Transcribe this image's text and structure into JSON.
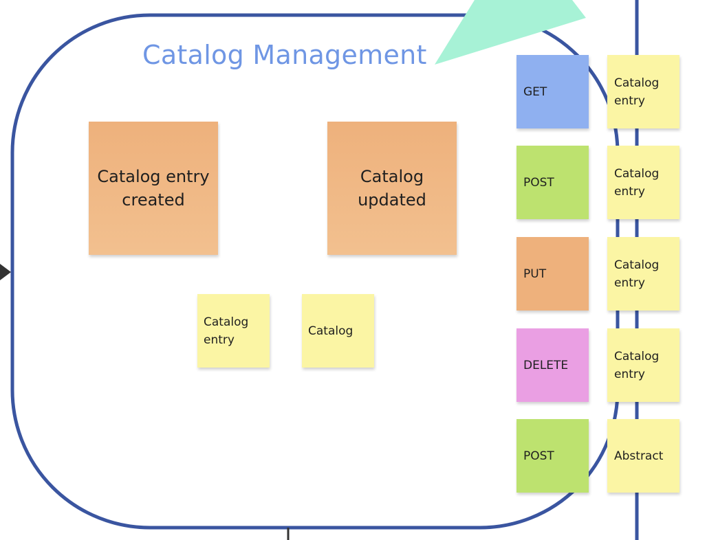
{
  "board": {
    "title": "Catalog Management",
    "colors": {
      "frame": "#3a55a0",
      "title": "#6f96e4",
      "pointer": "#a7f2d6",
      "orange_note": "#eeb17c",
      "yellow_note": "#fbf5a4",
      "get_note": "#8fb0f0",
      "post_note": "#bde26f",
      "delete_note": "#ea9fe3"
    },
    "events": [
      {
        "label": "Catalog entry created"
      },
      {
        "label": "Catalog updated"
      }
    ],
    "aggregates": [
      {
        "label": "Catalog entry"
      },
      {
        "label": "Catalog"
      }
    ],
    "api": [
      {
        "method": "GET",
        "resource": "Catalog entry"
      },
      {
        "method": "POST",
        "resource": "Catalog entry"
      },
      {
        "method": "PUT",
        "resource": "Catalog entry"
      },
      {
        "method": "DELETE",
        "resource": "Catalog entry"
      },
      {
        "method": "POST",
        "resource": "Abstract"
      }
    ]
  }
}
